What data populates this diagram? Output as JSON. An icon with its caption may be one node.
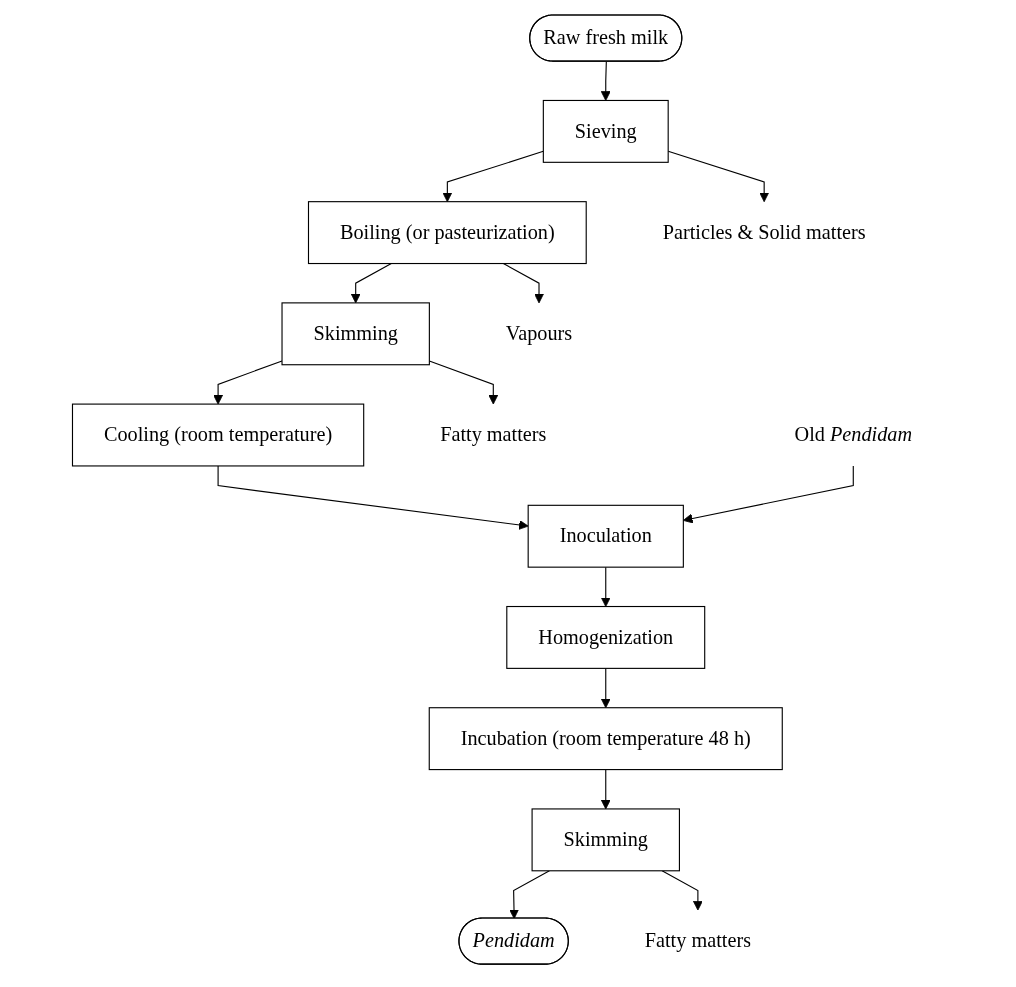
{
  "diagram": {
    "nodes": [
      {
        "text": [
          "Raw fresh milk"
        ]
      },
      {
        "text": [
          "Sieving"
        ]
      },
      {
        "text": [
          "Particles & Solid matters"
        ]
      },
      {
        "text": [
          "Boiling (or pasteurization)"
        ]
      },
      {
        "text": [
          "Vapours"
        ]
      },
      {
        "text": [
          "Skimming"
        ]
      },
      {
        "text": [
          "Fatty matters"
        ]
      },
      {
        "text": [
          "Cooling (room temperature)"
        ]
      },
      {
        "text": [
          "Old *Pendidam*"
        ]
      },
      {
        "text": [
          "Inoculation"
        ]
      },
      {
        "text": [
          "Homogenization"
        ]
      },
      {
        "text": [
          "Incubation (room temperature 48 h)"
        ]
      },
      {
        "text": [
          "Skimming"
        ]
      },
      {
        "text": [
          "Fatty matters"
        ]
      },
      {
        "text": [
          "Pendidam"
        ]
      }
    ],
    "edges": [
      {
        "from": 0,
        "to": 1,
        "arrow": "to"
      },
      {
        "from": 1,
        "to": 3,
        "arrow": "to"
      },
      {
        "from": 1,
        "to": 2,
        "arrow": "to"
      },
      {
        "from": 3,
        "to": 5,
        "arrow": "to"
      },
      {
        "from": 3,
        "to": 4,
        "arrow": "to"
      },
      {
        "from": 5,
        "to": 7,
        "arrow": "to"
      },
      {
        "from": 5,
        "to": 6,
        "arrow": "to"
      },
      {
        "from": 7,
        "to": 9,
        "arrow": "to"
      },
      {
        "from": 8,
        "to": 9,
        "arrow": "to"
      },
      {
        "from": 9,
        "to": 10,
        "arrow": "to"
      },
      {
        "from": 10,
        "to": 11,
        "arrow": "to"
      },
      {
        "from": 11,
        "to": 12,
        "arrow": "to"
      },
      {
        "from": 12,
        "to": 14,
        "arrow": "to"
      },
      {
        "from": 12,
        "to": 13,
        "arrow": "to"
      }
    ]
  }
}
